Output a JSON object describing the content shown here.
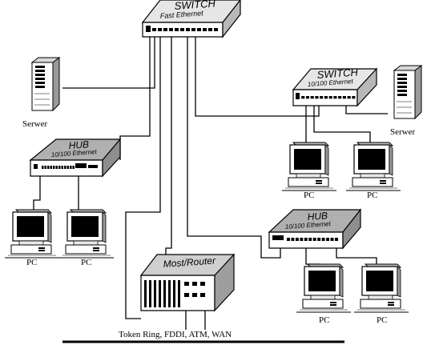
{
  "devices": {
    "switch_main": {
      "title": "SWITCH",
      "subtitle": "Fast Ethernet"
    },
    "switch_right": {
      "title": "SWITCH",
      "subtitle": "10/100 Ethernet"
    },
    "hub_left": {
      "title": "HUB",
      "subtitle": "10/100 Ethernet"
    },
    "hub_right": {
      "title": "HUB",
      "subtitle": "10/100 Ethernet"
    },
    "router": {
      "title": "Most/Router"
    }
  },
  "labels": {
    "server_left": "Serwer",
    "server_right": "Serwer",
    "pc": "PC",
    "backbone": "Token Ring, FDDI, ATM, WAN"
  }
}
